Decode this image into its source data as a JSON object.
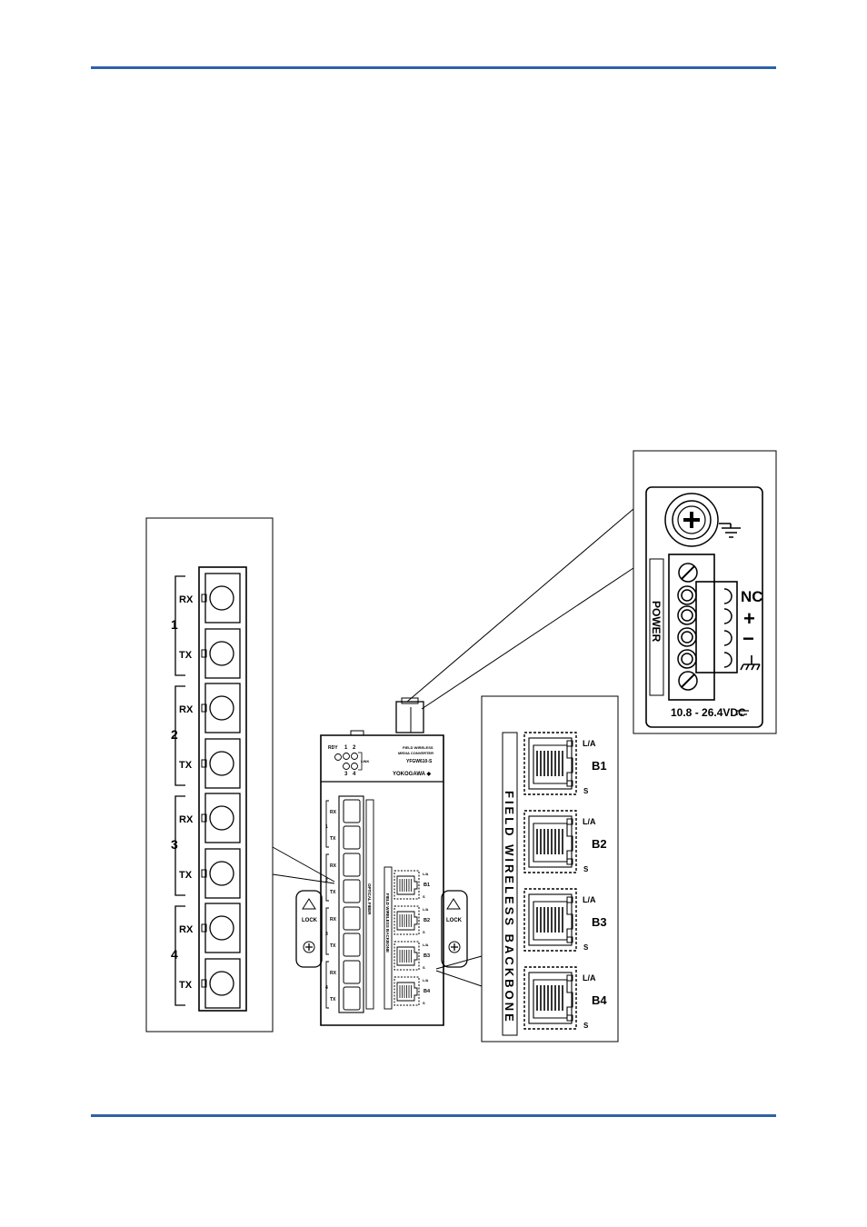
{
  "theme": {
    "rule_color": "#2e62a8",
    "line_color": "#000000"
  },
  "fiber_panel": {
    "ports": [
      {
        "number": "1",
        "rx": "RX",
        "tx": "TX"
      },
      {
        "number": "2",
        "rx": "RX",
        "tx": "TX"
      },
      {
        "number": "3",
        "rx": "RX",
        "tx": "TX"
      },
      {
        "number": "4",
        "rx": "RX",
        "tx": "TX"
      }
    ]
  },
  "power_panel": {
    "label": "POWER",
    "terminals": [
      "NC",
      "+",
      "−"
    ],
    "voltage": "10.8 - 26.4VDC"
  },
  "backbone_panel": {
    "label": "FIELD WIRELESS BACKBONE",
    "ports": [
      {
        "name": "B1",
        "la": "L/A",
        "s": "S"
      },
      {
        "name": "B2",
        "la": "L/A",
        "s": "S"
      },
      {
        "name": "B3",
        "la": "L/A",
        "s": "S"
      },
      {
        "name": "B4",
        "la": "L/A",
        "s": "S"
      }
    ]
  },
  "device": {
    "rdy": "RDY",
    "led_nums": [
      "1",
      "2",
      "3",
      "4"
    ],
    "link": "LINK",
    "model_line1": "FIELD WIRELESS",
    "model_line2": "MEDIA CONVERTER",
    "model_no": "YFGW610-S",
    "brand": "YOKOGAWA ◆",
    "optical_label": "OPTICAL FIBER",
    "backbone_label": "FIELD WIRELESS BACKBONE",
    "lock": "LOCK",
    "port_nums": [
      "1",
      "2",
      "3",
      "4"
    ],
    "rx": "RX",
    "tx": "TX",
    "b_labels": [
      "B1",
      "B2",
      "B3",
      "B4"
    ],
    "la": "L/A",
    "s": "S"
  }
}
